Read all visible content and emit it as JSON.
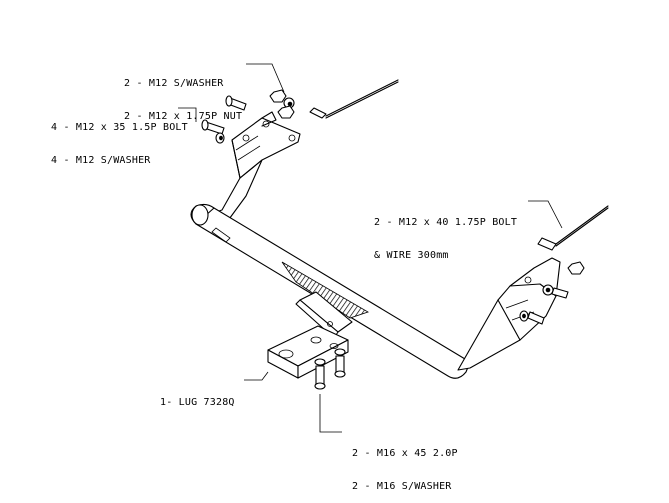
{
  "callouts": {
    "top_nut": {
      "line1": "2 - M12 S/WASHER",
      "line2": "2 - M12 x 1.75P NUT"
    },
    "left_bolt": {
      "line1": "4 - M12 x 35 1.5P BOLT",
      "line2": "4 - M12 S/WASHER"
    },
    "right_bolt": {
      "line1": "2 - M12 x 40 1.75P BOLT",
      "line2": "& WIRE 300mm"
    },
    "lug": {
      "line1": "1- LUG 7328Q"
    },
    "bottom_bolt": {
      "line1": "2 - M16 x 45 2.0P",
      "line2": "2 - M16 S/WASHER"
    }
  }
}
